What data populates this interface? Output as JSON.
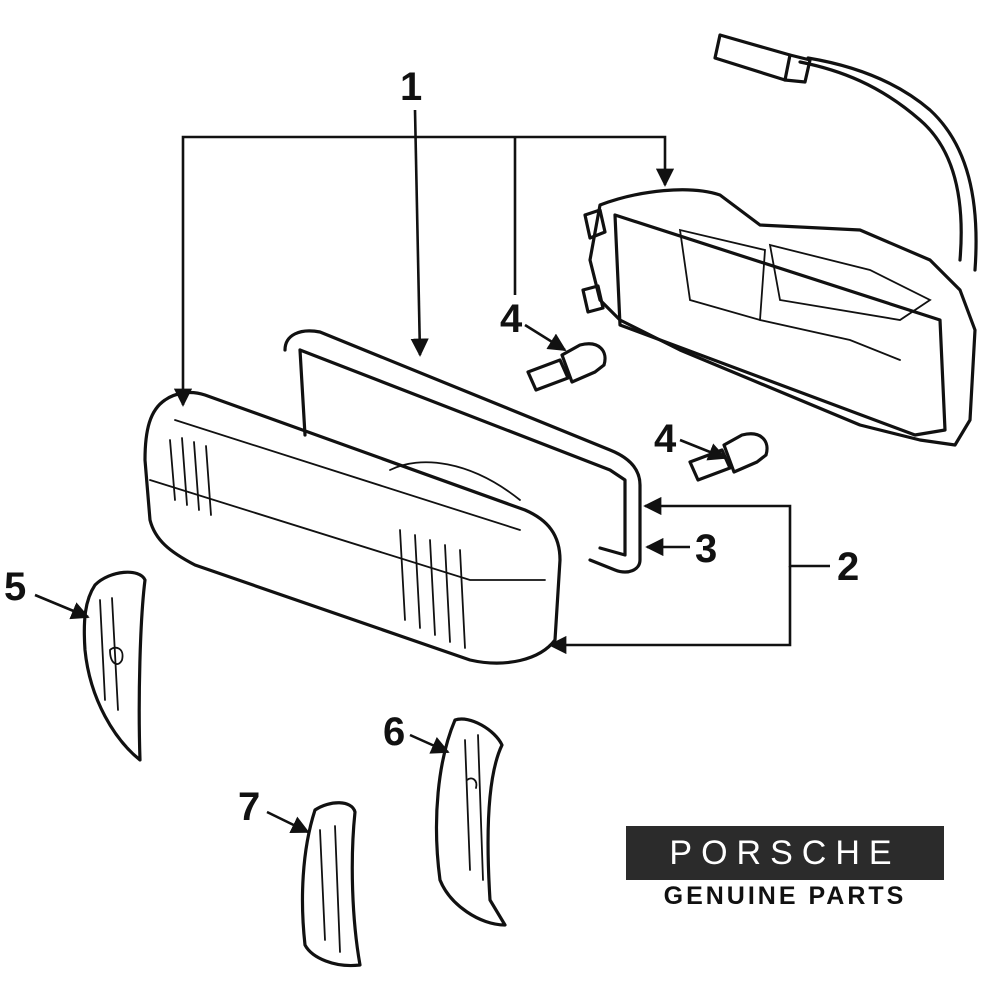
{
  "callouts": {
    "c1": "1",
    "c2": "2",
    "c3": "3",
    "c4a": "4",
    "c4b": "4",
    "c5": "5",
    "c6": "6",
    "c7": "7"
  },
  "brand": {
    "name": "PORSCHE",
    "tagline": "GENUINE PARTS"
  },
  "colors": {
    "line": "#111111",
    "logo_bg": "#2b2b2b",
    "background": "#ffffff"
  }
}
